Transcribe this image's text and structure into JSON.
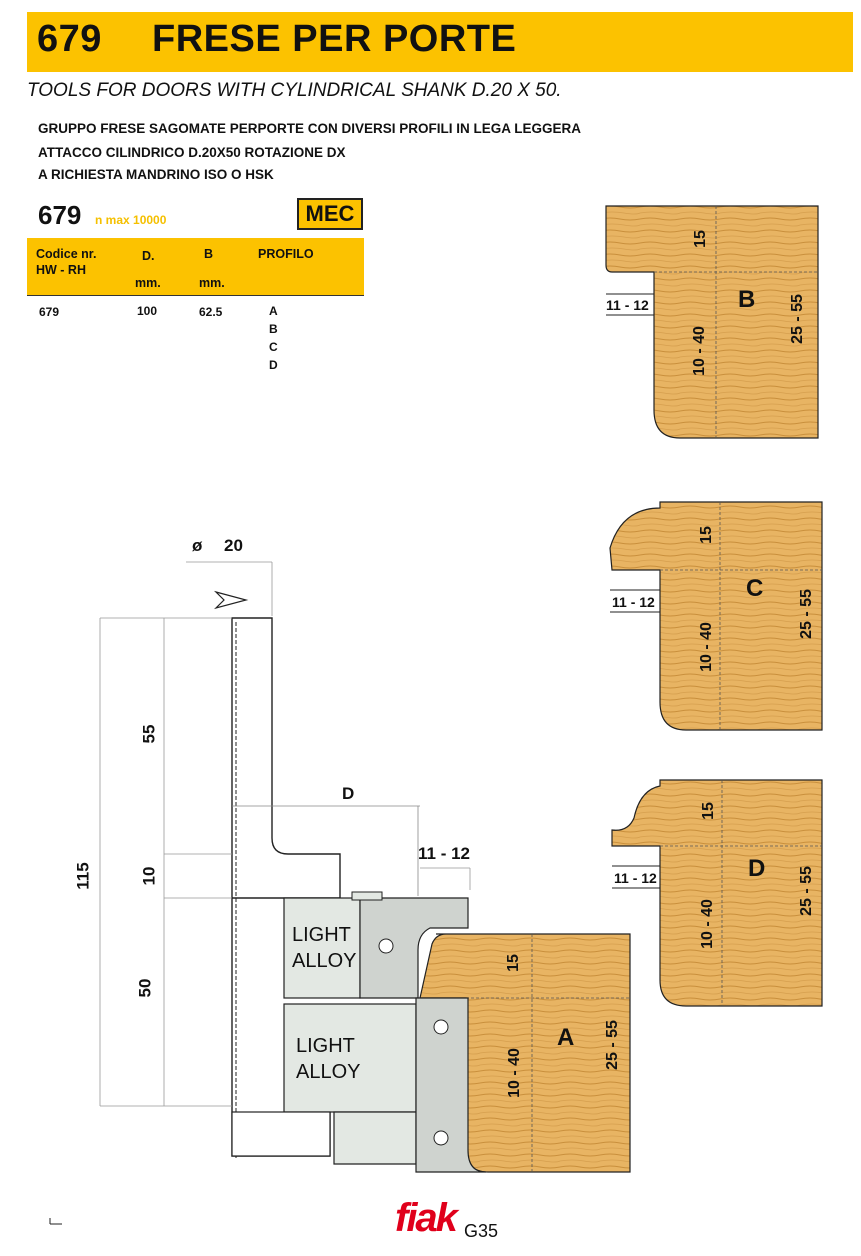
{
  "header": {
    "code": "679",
    "title": "FRESE PER PORTE"
  },
  "subtitle": "TOOLS FOR DOORS WITH CYLINDRICAL SHANK D.20 X 50.",
  "description": [
    "GRUPPO FRESE SAGOMATE PERPORTE CON DIVERSI PROFILI IN LEGA LEGGERA",
    "ATTACCO CILINDRICO D.20X50  ROTAZIONE DX",
    "A RICHIESTA MANDRINO ISO O HSK"
  ],
  "model": {
    "code": "679",
    "nmax": "n max 10000",
    "badge": "MEC"
  },
  "table": {
    "headers": {
      "code": "Codice nr.",
      "code2": "HW - RH",
      "d": "D.",
      "d_unit": "mm.",
      "b": "B",
      "b_unit": "mm.",
      "profile": "PROFILO"
    },
    "row": {
      "code": "679",
      "d": "100",
      "b": "62.5",
      "profiles": [
        "A",
        "B",
        "C",
        "D"
      ]
    }
  },
  "drawing": {
    "phi": "ø",
    "shank_diameter": "20",
    "dims": {
      "d55": "55",
      "d10": "10",
      "d50": "50",
      "d115": "115",
      "D": "D",
      "d11_12": "11 - 12"
    },
    "light_alloy_1": [
      "LIGHT",
      "ALLOY"
    ],
    "light_alloy_2": [
      "LIGHT",
      "ALLOY"
    ],
    "profiles": {
      "A": {
        "letter": "A",
        "top": "15",
        "mid": "10 - 40",
        "right": "25 - 55"
      },
      "B": {
        "letter": "B",
        "top": "15",
        "mid": "10 - 40",
        "right": "25 - 55",
        "side": "11 - 12"
      },
      "C": {
        "letter": "C",
        "top": "15",
        "mid": "10 - 40",
        "right": "25 - 55",
        "side": "11 - 12"
      },
      "D": {
        "letter": "D",
        "top": "15",
        "mid": "10 - 40",
        "right": "25 - 55",
        "side": "11 - 12"
      }
    }
  },
  "footer": {
    "logo": "fiak",
    "page": "G35"
  },
  "colors": {
    "accent": "#fcc200",
    "wood": "#e8b463",
    "alloy": "#e3e8e3",
    "logo": "#e0001b"
  }
}
